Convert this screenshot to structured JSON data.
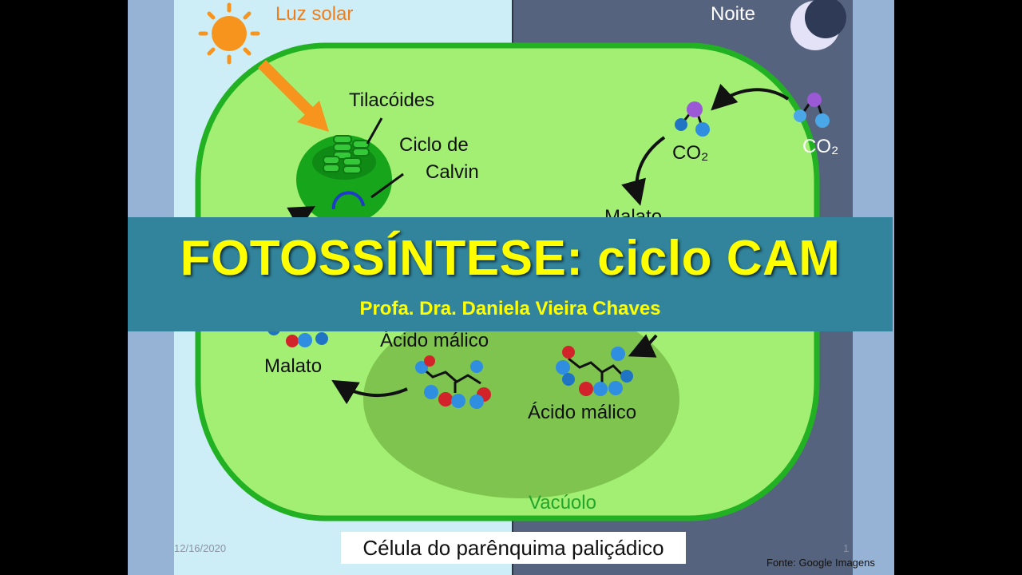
{
  "slide": {
    "title": "FOTOSSÍNTESE: ciclo CAM",
    "subtitle": "Profa. Dra. Daniela Vieira Chaves",
    "date": "12/16/2020",
    "page_number": "1",
    "source": "Fonte: Google Imagens"
  },
  "diagram": {
    "day_label": "Luz solar",
    "night_label": "Noite",
    "thylakoids_label": "Tilacóides",
    "calvin_label_line1": "Ciclo de",
    "calvin_label_line2": "Calvin",
    "co2_inside_label": "CO₂",
    "co2_outside_label": "CO₂",
    "malate_top_label": "Malato",
    "malic_acid_left_label": "Ácido málico",
    "malate_left_label": "Malato",
    "malic_acid_right_label": "Ácido málico",
    "vacuole_label": "Vacúolo",
    "cell_caption": "Célula do parênquima paliçádico"
  },
  "colors": {
    "day_background": "#cdeef7",
    "night_background": "#55637e",
    "cytoplasm": "#a3ef73",
    "cell_wall": "#22b123",
    "vacuole": "#7ec44f",
    "chloroplast": "#17a51b",
    "sun": "#f7941d",
    "banner": "#31849b",
    "title_text": "#ffff00",
    "atom_blue": "#2f8ee0",
    "atom_red": "#d2232a",
    "atom_purple": "#9b59d6"
  },
  "icons": [
    "sun-icon",
    "moon-icon"
  ]
}
